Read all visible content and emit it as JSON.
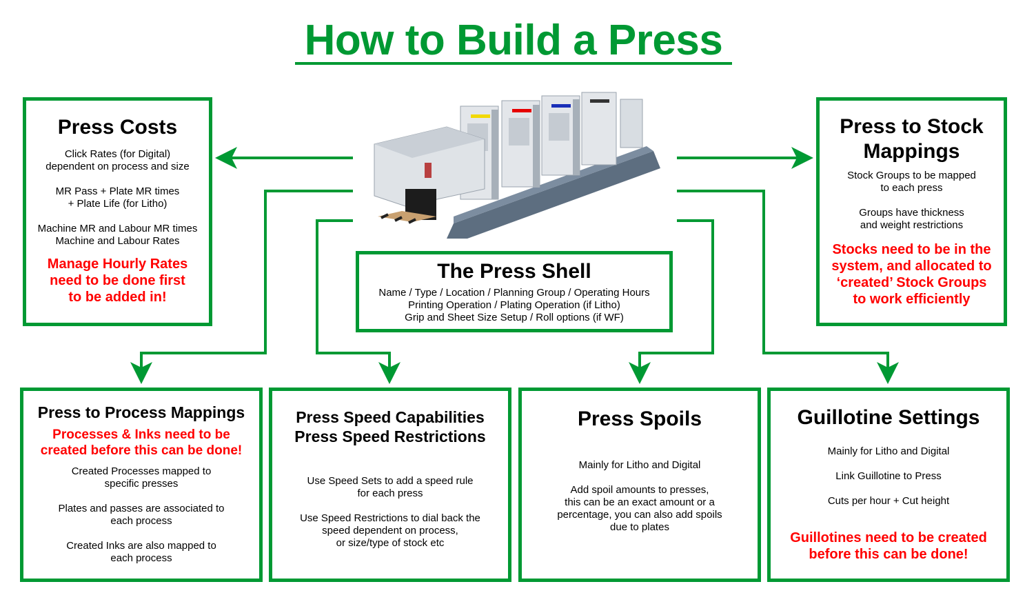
{
  "title": "How to Build a Press",
  "colors": {
    "accent": "#009933",
    "warning": "#ff0000",
    "text": "#000000"
  },
  "center_image": {
    "icon": "printing-press-icon",
    "alt": "Sheet-fed offset printing press"
  },
  "press_shell": {
    "heading": "The Press Shell",
    "lines": [
      "Name / Type / Location / Planning Group / Operating Hours",
      "Printing Operation / Plating Operation (if Litho)",
      "Grip and Sheet Size Setup / Roll options (if WF)"
    ]
  },
  "press_costs": {
    "heading": "Press Costs",
    "paragraphs": [
      "Click Rates (for Digital)\ndependent on process and size",
      "MR Pass + Plate MR times\n+ Plate Life (for Litho)",
      "Machine MR and Labour MR times\nMachine and Labour Rates"
    ],
    "warning": "Manage Hourly Rates\nneed to be done first\nto be added in!"
  },
  "press_to_stock": {
    "heading": "Press to Stock\nMappings",
    "paragraphs": [
      "Stock Groups to be mapped\nto each press",
      "Groups have thickness\nand weight restrictions"
    ],
    "warning": "Stocks need to be in the\nsystem, and allocated to\n‘created’ Stock Groups\nto work efficiently"
  },
  "press_to_process": {
    "heading": "Press to Process Mappings",
    "warning": "Processes & Inks need to be\ncreated before this can be done!",
    "paragraphs": [
      "Created Processes mapped to\nspecific presses",
      "Plates and passes are associated to\neach process",
      "Created Inks are also mapped to\neach process"
    ]
  },
  "press_speed": {
    "heading": "Press Speed Capabilities\nPress Speed Restrictions",
    "paragraphs": [
      "Use Speed Sets to add a speed rule\nfor each press",
      "Use Speed Restrictions to dial back the\nspeed dependent on process,\nor size/type of stock etc"
    ]
  },
  "press_spoils": {
    "heading": "Press Spoils",
    "paragraphs": [
      "Mainly for Litho and Digital",
      "Add spoil amounts to presses,\nthis can be an exact amount or a\npercentage, you can also add spoils\ndue to plates"
    ]
  },
  "guillotine": {
    "heading": "Guillotine Settings",
    "paragraphs": [
      "Mainly for Litho and Digital",
      "Link Guillotine to Press",
      "Cuts per hour + Cut height"
    ],
    "warning": "Guillotines need to be created\nbefore this can be done!"
  }
}
